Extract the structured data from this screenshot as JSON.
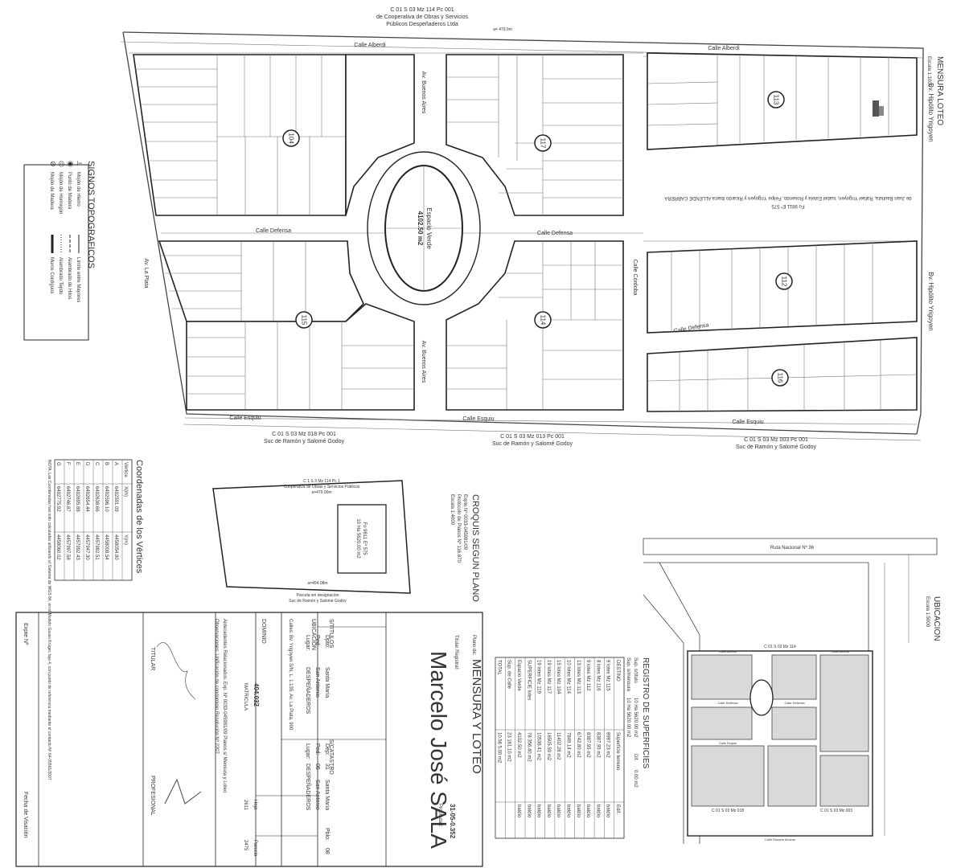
{
  "header": {
    "parcel_top": "C 01 S 03 Mz 114 Pc 001",
    "owner_top_1": "de Cooperativa de Obras y Servicios",
    "owner_top_2": "Públicos Despeñaderos Ltda",
    "top_dimension": "a= 479.9m"
  },
  "streets": {
    "alberdi": "Calle Alberdi",
    "alberdi_right": "Calle Alberdi",
    "defensa_left": "Calle Defensa",
    "defensa_center": "Calle Defensa",
    "defensa_right": "Calle Defensa",
    "esquiu_left": "Calle Esquiu",
    "esquiu_center": "Calle Esquiu",
    "esquiu_right": "Calle Esquiu",
    "buenos_aires_top": "Av. Buenos Aires",
    "buenos_aires_bottom": "Av. Buenos Aires",
    "la_plata": "Av. La Plata",
    "cordoba": "Calle Córdoba",
    "yrigoyen_top": "Bv. Hipólito Yrigoyen",
    "yrigoyen_mid": "Bv. Hipólito Yrigoyen"
  },
  "plaza": {
    "label": "Espacio Verde",
    "area": "4102.50 m2"
  },
  "blocks": [
    "104",
    "112",
    "113",
    "114",
    "115",
    "116",
    "117"
  ],
  "bottom_parcels": [
    {
      "code": "C 01 S 03 Mz 018 Pc 001",
      "owner": "Suc de Ramón y Salomé Godoy"
    },
    {
      "code": "C 01 S 03 Mz 013 Pc 001",
      "owner": "Suc de Ramón y Salomé Godoy"
    },
    {
      "code": "C 01 S 03 Mz 003 Pc 001",
      "owner": "Suc de Ramón y Salomé Godoy"
    }
  ],
  "right_owner_text": "de Juan Bautista, Rafael Yrigoyen, Isabel Estela y Rosendo, Felipe Yrigoyen y Ricardo Ibarra ALLENDE CABRERA",
  "right_owner_ref": "Fo 9811 Eº 575",
  "mensura": {
    "title": "MENSURA LOTEO",
    "scale": "Escala 1:1000"
  },
  "signos": {
    "title": "SIGNOS TOPOGRAFICOS",
    "items": [
      {
        "symbol": "⟂",
        "label": "Mojón de Hierro",
        "line_label": "Límite entre Mayores"
      },
      {
        "symbol": "◉",
        "label": "Punto de Madera",
        "line_label": "Alambrado de Hilos"
      },
      {
        "symbol": "◎",
        "label": "Mojón de Hormigón",
        "line_label": "Alambrado Tejido"
      },
      {
        "symbol": "⊘",
        "label": "Mojón de Madera",
        "line_label": "Muros Contiguos"
      }
    ]
  },
  "coordenadas": {
    "title": "Coordenadas de los Vértices",
    "headers": [
      "Vértice",
      "X(m)",
      "Y(m)"
    ],
    "rows": [
      [
        "A",
        "6492591.09",
        "4458054.80"
      ],
      [
        "B",
        "6492596.10",
        "4458008.54"
      ],
      [
        "C",
        "6492638.66",
        "4457982.51"
      ],
      [
        "D",
        "6492654.44",
        "4457947.30"
      ],
      [
        "E",
        "6492695.88",
        "4457992.43"
      ],
      [
        "F",
        "6492746.87",
        "4457997.58"
      ],
      [
        "G",
        "6492775.92",
        "4458060.02"
      ]
    ],
    "note": "NOTA: Las Coordenadas han sido calculadas utilizando el Sistema de WGS 84, en el Modelo Gauss Krüger, faja 4, con punto de referencia mediante el contacto Nº 64-05561/2007"
  },
  "croquis": {
    "title": "CROQUIS SEGUN PLANO",
    "expte": "Expte Nº 0033-045981/09",
    "protocol": "Protocolo de Planos Nº 116.870",
    "scale": "Escala 1:4000",
    "top_owner_1": "C 1 S 3 Mz 114 Pc 1",
    "top_owner_2": "Cooperativa de Obras y Servicios Públicos",
    "top_dim": "a=479.00m",
    "bottom_dim": "a=454.08m",
    "bottom_owner_1": "Parcela sin designación",
    "bottom_owner_2": "Suc de Ramón y Salomé Godoy",
    "inner_1": "Fo 9811 Eº 575",
    "inner_2": "10 Ha 5620.00 m2"
  },
  "ubicacion": {
    "title": "UBICACION",
    "scale": "Escala 1:5000",
    "route": "Ruta Nacional Nº 36",
    "parcel_top": "C 01 S 03 Mz 114",
    "parcel_left": "C 01 S 03 Mz 018",
    "parcel_right": "C 01 S 03 Mz 003",
    "streets": [
      "Calle Alberdi",
      "Calle Defensa",
      "Calle Esquiu",
      "Calle Rosario Alcaraz",
      "Calle Alberdi",
      "Calle Defensa"
    ]
  },
  "registro": {
    "title": "REGISTRO DE SUPERFICIES",
    "sup_s_titulo_label": "Sup. s/título",
    "sup_s_titulo": "10 Ha 5620.00 m2",
    "dif_label": "Dif.",
    "dif_value": "0.00 m2",
    "sup_s_mensura_label": "Sup. s/mensura",
    "sup_s_mensura": "10 Ha 5620.00 m2",
    "headers": [
      "DESTINO",
      "Superficie terreno",
      "Edif."
    ],
    "rows": [
      [
        "9 lotes Mz 115",
        "8987.23 m2",
        "baldío"
      ],
      [
        "8 lotes Mz 116",
        "8387.95 m2",
        "baldío"
      ],
      [
        "9 lotes Mz 112",
        "8387.95 m2",
        "baldío"
      ],
      [
        "13 lotes Mz 113",
        "6742.80 m2",
        "baldío"
      ],
      [
        "10 lotes Mz 114",
        "7849.14 m2",
        "baldío"
      ],
      [
        "15 lotes Mz 104",
        "11402.28 m2",
        "baldío"
      ],
      [
        "19 lotes Mz 117",
        "16505.59 m2",
        "baldío"
      ],
      [
        "19 lotes Mz 119",
        "10538.41 m2",
        "baldío"
      ],
      [
        "SUPERFICIE lotes",
        "78 356.40 m2",
        "baldío"
      ],
      [
        "Espacio Verde",
        "4102.50 m2",
        "baldío"
      ],
      [
        "Sup. de Calle",
        "23 161.10 m2",
        ""
      ],
      [
        "TOTAL",
        "10.56 5.00 m2",
        ""
      ]
    ]
  },
  "cajetin": {
    "plano_de": "Plano de:",
    "title": "MENSURA Y LOTEO",
    "titular_label": "Titular Registral:",
    "titular": "Marcelo José SALA",
    "ubicacion": "UBICACION",
    "s_titulos": "S/TITULOS",
    "s_catastro": "S/CATASTRO",
    "dpto_label": "Dpto:",
    "dpto": "Santa María",
    "ped_label": "Ped:",
    "ped": "San Antonio",
    "lugar_label": "Lugar:",
    "lugar": "DESPEÑADEROS",
    "dep_label": "Dep:",
    "dep_num": "31",
    "ped_num_label": "Ped:",
    "ped_num": "05",
    "pblo_label": "Pblo:",
    "pblo_num": "08",
    "calles": "Calles: Bv. Yrigoyen S/N, L. 1.135, Av. La Plata, 900",
    "dominio_label": "DOMINIO",
    "matricula_label": "MATRICULA",
    "matricula": "404.032",
    "hoja_label": "Hoja",
    "hoja": "2611",
    "parcela_label": "Parcela",
    "parcela": "2475",
    "propiedad_label": "Propiedad:",
    "propiedad": "31-05-0.352",
    "antecedentes": "Antecedentes Relacionados: Exp. Nº 0033-045981/09 Planos s/ Mensura y Loteo",
    "observaciones": "Observaciones: Unificación de condominio Resolución Nº 2207",
    "titular_col": "TITULAR",
    "profesional": "PROFESIONAL",
    "expte_label": "Expte Nº",
    "fecha_label": "Fecha de Visación"
  }
}
